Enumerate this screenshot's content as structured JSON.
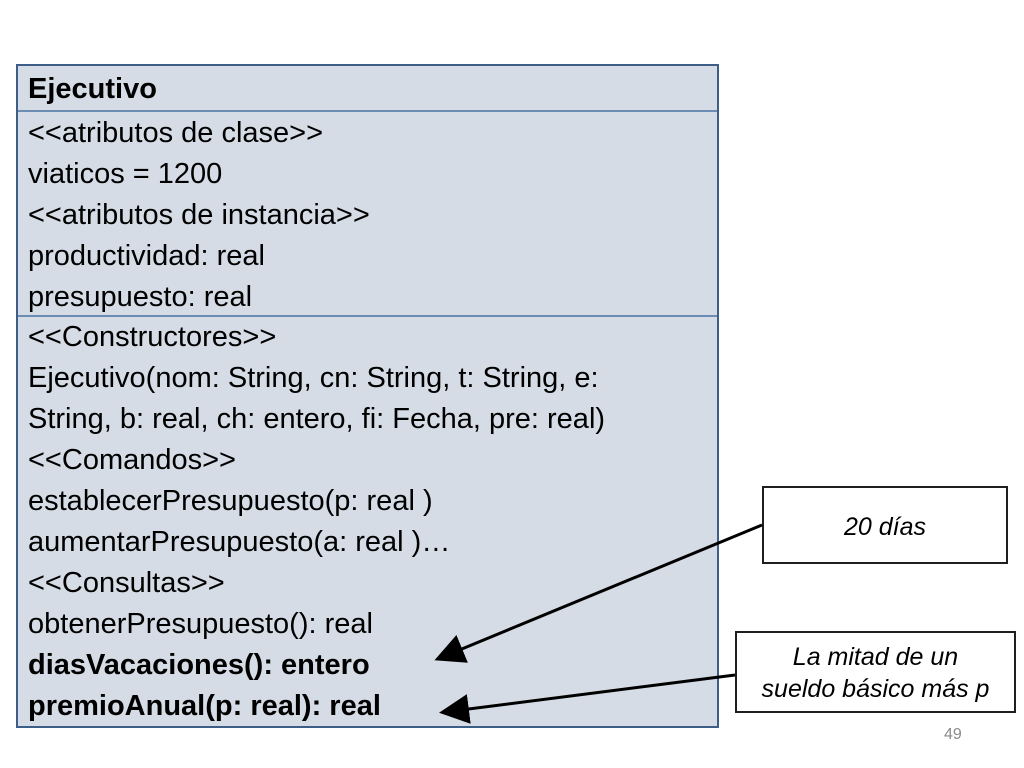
{
  "uml_class": {
    "name": "Ejecutivo",
    "attributes": {
      "class_stereotype": "<<atributos de clase>>",
      "class_attr_1": "viaticos = 1200",
      "instance_stereotype": "<<atributos de instancia>>",
      "instance_attr_1": "productividad: real",
      "instance_attr_2": "presupuesto: real"
    },
    "methods": {
      "constructors_stereotype": "<<Constructores>>",
      "constructor_line_1": "Ejecutivo(nom: String, cn: String, t: String, e:",
      "constructor_line_2": "String, b: real, ch: entero, fi: Fecha, pre: real)",
      "commands_stereotype": "<<Comandos>>",
      "command_1": "establecerPresupuesto(p: real )",
      "command_2": "aumentarPresupuesto(a: real )…",
      "queries_stereotype": "<<Consultas>>",
      "query_1": "obtenerPresupuesto(): real",
      "query_2": "diasVacaciones(): entero",
      "query_3": "premioAnual(p: real): real"
    }
  },
  "notes": {
    "note_1": "20 días",
    "note_2_line_1": "La mitad de un",
    "note_2_line_2": "sueldo básico más p"
  },
  "page_number": "49",
  "colors": {
    "class_fill": "#d6dce5",
    "class_border": "#3d5e86",
    "divider": "#6b8cb3",
    "arrow": "#000000"
  }
}
